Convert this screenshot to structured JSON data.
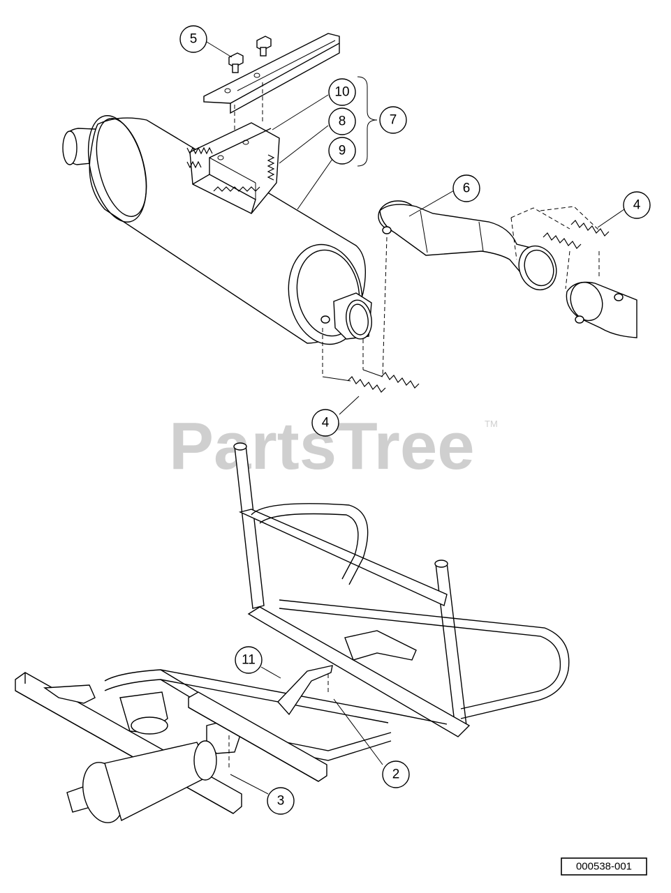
{
  "watermark": {
    "text": "PartsTree",
    "trademark": "TM"
  },
  "reference_number": "000538-001",
  "callouts": {
    "c5": "5",
    "c10": "10",
    "c8": "8",
    "c9": "9",
    "c7": "7",
    "c6": "6",
    "c4_top": "4",
    "c4_bottom": "4",
    "c11": "11",
    "c2": "2",
    "c3": "3"
  },
  "parts": [
    {
      "part": "bolt",
      "callout": "5"
    },
    {
      "part": "spring",
      "callout": "4"
    },
    {
      "part": "exhaust-pipe",
      "callout": "6"
    },
    {
      "part": "bracket-assembly",
      "callout": "7"
    },
    {
      "part": "spring",
      "callout": "8"
    },
    {
      "part": "muffler",
      "callout": "9"
    },
    {
      "part": "heat-shield",
      "callout": "10"
    },
    {
      "part": "mount-bracket",
      "callout": "11"
    },
    {
      "part": "fastener",
      "callout": "2"
    },
    {
      "part": "fastener",
      "callout": "3"
    }
  ]
}
